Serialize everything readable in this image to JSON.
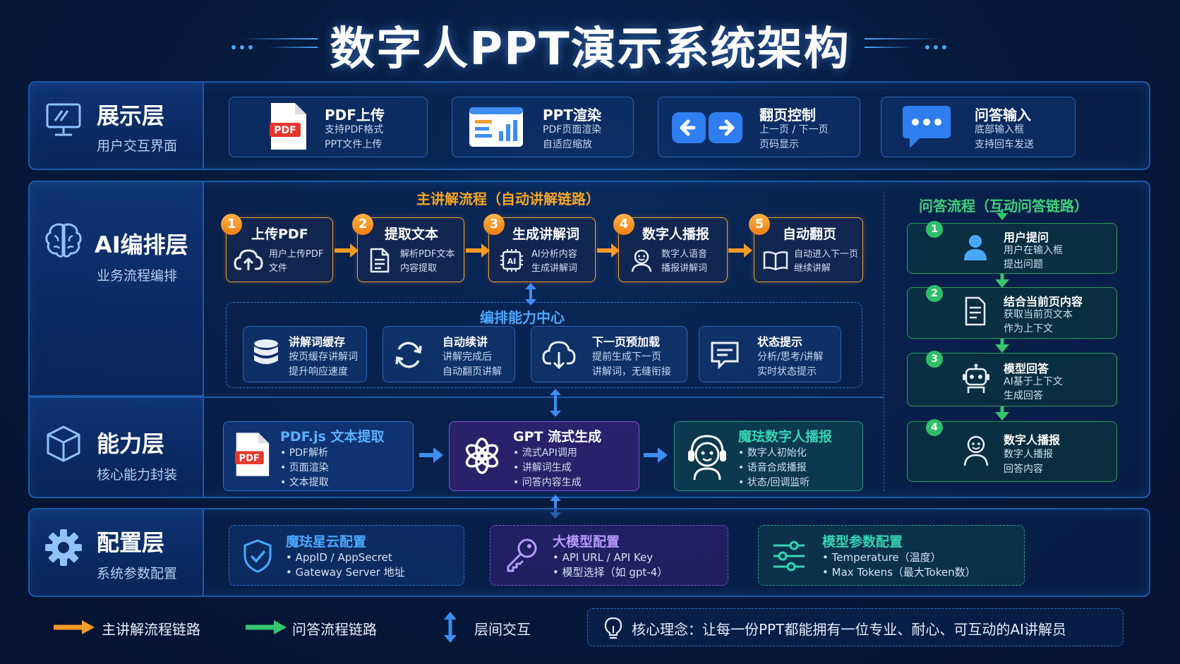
{
  "title": "数字人PPT演示系统架构",
  "layers": {
    "display": {
      "title": "展示层",
      "subtitle": "用户交互界面",
      "icon": "monitor-icon",
      "cards": [
        {
          "title": "PDF上传",
          "lines": [
            "支持PDF格式",
            "PPT文件上传"
          ],
          "icon": "pdf-file-icon",
          "badge": "PDF"
        },
        {
          "title": "PPT渲染",
          "lines": [
            "PDF页面渲染",
            "自适应缩放"
          ],
          "icon": "slide-chart-icon"
        },
        {
          "title": "翻页控制",
          "lines": [
            "上一页 / 下一页",
            "页码显示"
          ],
          "icon": "page-arrows-icon"
        },
        {
          "title": "问答输入",
          "lines": [
            "底部输入框",
            "支持回车发送"
          ],
          "icon": "chat-bubble-icon"
        }
      ]
    },
    "ai": {
      "title": "AI编排层",
      "subtitle": "业务流程编排",
      "icon": "brain-icon",
      "main_flow_title": "主讲解流程（自动讲解链路）",
      "steps": [
        {
          "num": "1",
          "title": "上传PDF",
          "lines": [
            "用户上传PDF",
            "文件"
          ],
          "icon": "cloud-upload-icon"
        },
        {
          "num": "2",
          "title": "提取文本",
          "lines": [
            "解析PDF文本",
            "内容提取"
          ],
          "icon": "document-icon"
        },
        {
          "num": "3",
          "title": "生成讲解词",
          "lines": [
            "AI分析内容",
            "生成讲解词"
          ],
          "icon": "ai-chip-icon",
          "chip": "AI"
        },
        {
          "num": "4",
          "title": "数字人播报",
          "lines": [
            "数字人语音",
            "播报讲解词"
          ],
          "icon": "avatar-icon"
        },
        {
          "num": "5",
          "title": "自动翻页",
          "lines": [
            "自动进入下一页",
            "继续讲解"
          ],
          "icon": "book-icon"
        }
      ],
      "orchestration_title": "编排能力中心",
      "orchestration": [
        {
          "title": "讲解词缓存",
          "lines": [
            "按页缓存讲解词",
            "提升响应速度"
          ],
          "icon": "database-icon"
        },
        {
          "title": "自动续讲",
          "lines": [
            "讲解完成后",
            "自动翻页讲解"
          ],
          "icon": "refresh-icon"
        },
        {
          "title": "下一页预加载",
          "lines": [
            "提前生成下一页",
            "讲解词，无缝衔接"
          ],
          "icon": "cloud-download-icon"
        },
        {
          "title": "状态提示",
          "lines": [
            "分析/思考/讲解",
            "实时状态提示"
          ],
          "icon": "status-message-icon"
        }
      ]
    },
    "qa": {
      "title": "问答流程（互动问答链路）",
      "steps": [
        {
          "num": "1",
          "title": "用户提问",
          "lines": [
            "用户在输入框",
            "提出问题"
          ],
          "icon": "user-icon"
        },
        {
          "num": "2",
          "title": "结合当前页内容",
          "lines": [
            "获取当前页文本",
            "作为上下文"
          ],
          "icon": "page-text-icon"
        },
        {
          "num": "3",
          "title": "模型回答",
          "lines": [
            "AI基于上下文",
            "生成回答"
          ],
          "icon": "robot-icon"
        },
        {
          "num": "4",
          "title": "数字人播报",
          "lines": [
            "数字人播报",
            "回答内容"
          ],
          "icon": "presenter-icon"
        }
      ]
    },
    "capability": {
      "title": "能力层",
      "subtitle": "核心能力封装",
      "icon": "cube-icon",
      "cards": [
        {
          "title": "PDF.js 文本提取",
          "lines": [
            "PDF解析",
            "页面渲染",
            "文本提取"
          ],
          "icon": "pdf-file-icon",
          "badge": "PDF"
        },
        {
          "title": "GPT 流式生成",
          "lines": [
            "流式API调用",
            "讲解词生成",
            "问答内容生成"
          ],
          "icon": "openai-icon"
        },
        {
          "title": "魔珐数字人播报",
          "lines": [
            "数字人初始化",
            "语音合成播报",
            "状态/回调监听"
          ],
          "icon": "digital-human-icon"
        }
      ]
    },
    "config": {
      "title": "配置层",
      "subtitle": "系统参数配置",
      "icon": "gear-icon",
      "cards": [
        {
          "title": "魔珐星云配置",
          "lines": [
            "AppID / AppSecret",
            "Gateway Server 地址"
          ],
          "icon": "shield-check-icon"
        },
        {
          "title": "大模型配置",
          "lines": [
            "API URL / API Key",
            "模型选择（如 gpt-4）"
          ],
          "icon": "key-icon"
        },
        {
          "title": "模型参数配置",
          "lines": [
            "Temperature（温度）",
            "Max Tokens（最大Token数）"
          ],
          "icon": "sliders-icon"
        }
      ]
    }
  },
  "legend": {
    "main_flow": "主讲解流程链路",
    "qa_flow": "问答流程链路",
    "interaction": "层间交互",
    "core_idea": "核心理念：让每一份PPT都能拥有一位专业、耐心、可互动的AI讲解员"
  },
  "colors": {
    "orange": "#f59a23",
    "green": "#36c56e",
    "blue": "#3d8ef0",
    "purple": "#9b6cf5",
    "teal": "#2fd1b0"
  }
}
